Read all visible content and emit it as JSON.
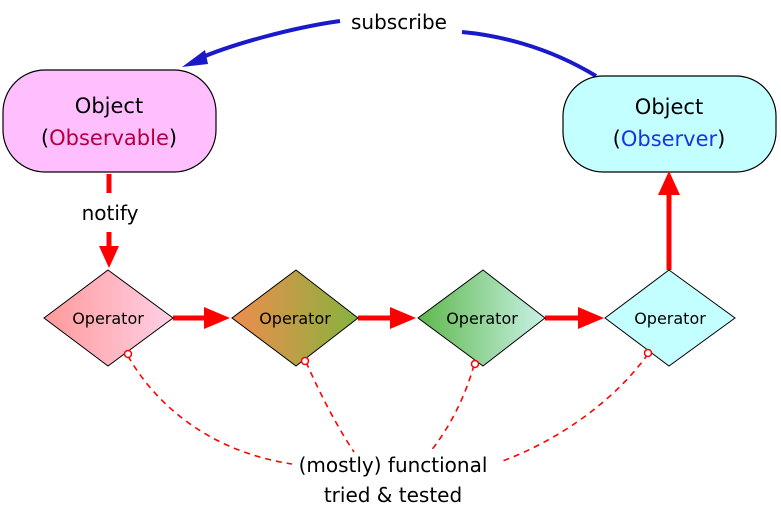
{
  "observable": {
    "title": "Object",
    "open_paren": "(",
    "role": "Observable",
    "close_paren": ")",
    "fill": "#ffbfff",
    "role_color": "#b3003c"
  },
  "observer": {
    "title": "Object",
    "open_paren": "(",
    "role": "Observer",
    "close_paren": ")",
    "fill": "#c4ffff",
    "role_color": "#1a33e6"
  },
  "edges": {
    "subscribe_label": "subscribe",
    "subscribe_color": "#1a1acc",
    "notify_label": "notify",
    "flow_color": "#ff0000"
  },
  "operators": [
    {
      "label": "Operator",
      "fill_start": "#ff9a9a",
      "fill_end": "#ffd0e6"
    },
    {
      "label": "Operator",
      "fill_start": "#f08c4e",
      "fill_end": "#86b33d"
    },
    {
      "label": "Operator",
      "fill_start": "#5fb84c",
      "fill_end": "#c8f1e6"
    },
    {
      "label": "Operator",
      "fill_start": "#c4ffff",
      "fill_end": "#c4ffff"
    }
  ],
  "annotation": {
    "line1": "(mostly) functional",
    "line2": "tried & tested",
    "color": "#ff0000"
  }
}
